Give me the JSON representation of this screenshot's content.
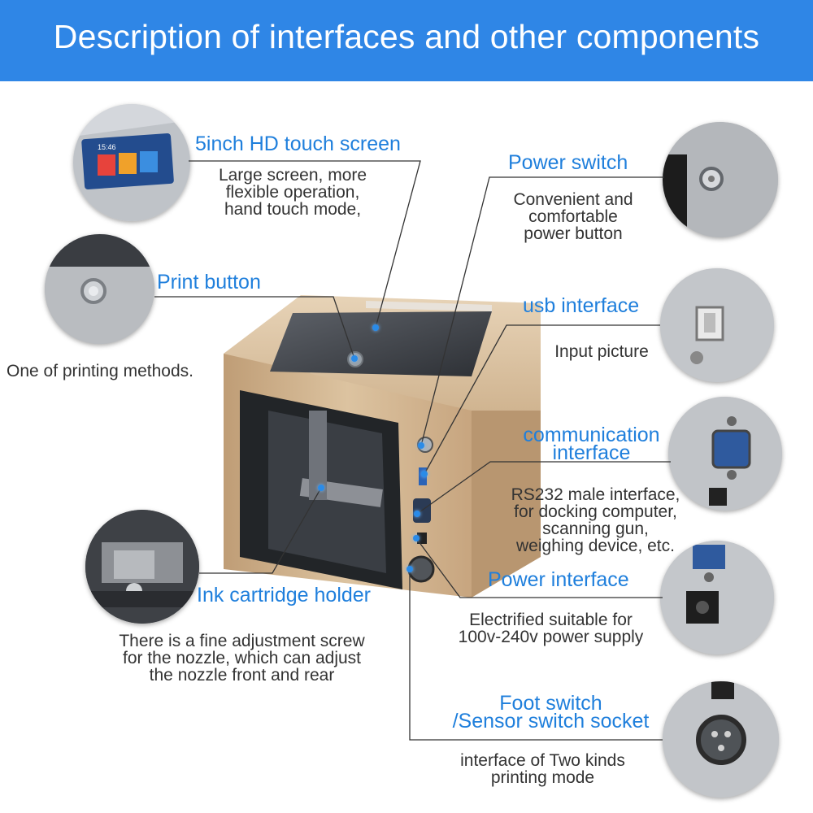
{
  "header": {
    "title": "Description of interfaces and other components"
  },
  "components": {
    "touch_screen": {
      "title": "5inch HD touch screen",
      "desc": [
        "Large screen, more",
        "flexible operation,",
        "hand touch mode,"
      ],
      "screen_time": "15:46"
    },
    "print_button": {
      "title": "Print button",
      "desc": [
        "One of printing methods."
      ]
    },
    "power_switch": {
      "title": "Power switch",
      "desc": [
        "Convenient and",
        "comfortable",
        "power button"
      ]
    },
    "usb": {
      "title": "usb interface",
      "desc": [
        "Input picture"
      ]
    },
    "communication": {
      "title_lines": [
        "communication",
        "interface"
      ],
      "desc": [
        "RS232 male interface,",
        "for docking computer,",
        "scanning gun,",
        "weighing device, etc."
      ]
    },
    "power_interface": {
      "title": "Power interface",
      "desc": [
        "Electrified suitable for",
        "100v-240v power supply"
      ]
    },
    "ink_holder": {
      "title": "Ink cartridge holder",
      "desc": [
        "There is a fine adjustment screw",
        "for the nozzle, which can adjust",
        "the nozzle front and rear"
      ]
    },
    "foot_switch": {
      "title_lines": [
        "Foot switch",
        "/Sensor switch socket"
      ],
      "desc": [
        "interface of Two kinds",
        "printing mode"
      ]
    }
  },
  "colors": {
    "banner": "#2f86e6",
    "title_text": "#1f7fdc",
    "body_text": "#333333",
    "printer_body": "#cfae86"
  }
}
